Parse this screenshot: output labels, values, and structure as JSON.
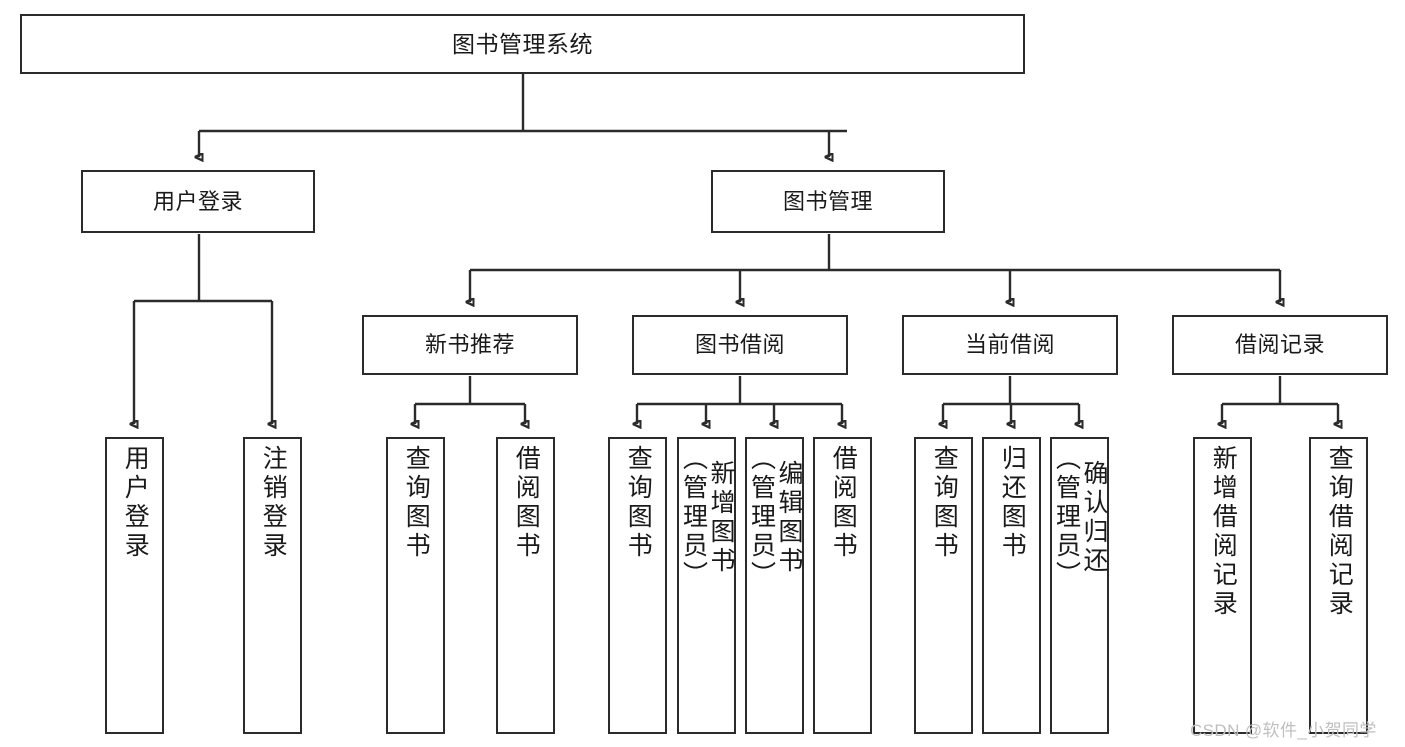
{
  "diagram": {
    "title": "图书管理系统",
    "type": "hierarchy-tree",
    "watermark": "CSDN @软件_小贺同学",
    "colors": {
      "stroke": "#2b2b2b",
      "fill": "#ffffff",
      "text": "#1a1a1a",
      "watermark": "#bfbfbf"
    },
    "levels": {
      "root": {
        "label": "图书管理系统"
      },
      "level2": [
        {
          "id": "user-login",
          "label": "用户登录"
        },
        {
          "id": "book-manage",
          "label": "图书管理"
        }
      ],
      "level3": [
        {
          "id": "new-book-recommend",
          "label": "新书推荐",
          "parent": "book-manage"
        },
        {
          "id": "book-borrow",
          "label": "图书借阅",
          "parent": "book-manage"
        },
        {
          "id": "current-borrow",
          "label": "当前借阅",
          "parent": "book-manage"
        },
        {
          "id": "borrow-record",
          "label": "借阅记录",
          "parent": "book-manage"
        }
      ],
      "leaves": {
        "user-login": [
          {
            "id": "leaf-user-login",
            "label": "用户登录"
          },
          {
            "id": "leaf-logout",
            "label": "注销登录"
          }
        ],
        "new-book-recommend": [
          {
            "id": "leaf-query-book-1",
            "label": "查询图书"
          },
          {
            "id": "leaf-borrow-book-1",
            "label": "借阅图书"
          }
        ],
        "book-borrow": [
          {
            "id": "leaf-query-book-2",
            "label": "查询图书"
          },
          {
            "id": "leaf-add-book",
            "label": "新增图书\n（管理员）"
          },
          {
            "id": "leaf-edit-book",
            "label": "编辑图书\n（管理员）"
          },
          {
            "id": "leaf-borrow-book-2",
            "label": "借阅图书"
          }
        ],
        "current-borrow": [
          {
            "id": "leaf-query-book-3",
            "label": "查询图书"
          },
          {
            "id": "leaf-return-book",
            "label": "归还图书"
          },
          {
            "id": "leaf-confirm-return",
            "label": "确认归还\n（管理员）"
          }
        ],
        "borrow-record": [
          {
            "id": "leaf-add-record",
            "label": "新增借阅记录"
          },
          {
            "id": "leaf-query-record",
            "label": "查询借阅记录"
          }
        ]
      }
    }
  }
}
